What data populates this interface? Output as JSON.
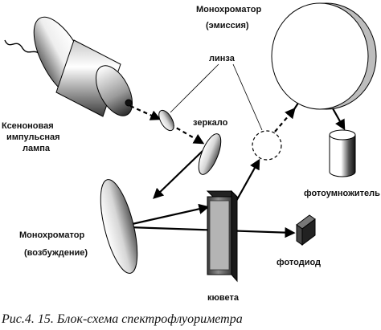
{
  "labels": {
    "emission_monochromator_line1": "Монохроматор",
    "emission_monochromator_line2": "(эмиссия)",
    "lens": "линза",
    "lamp_line1": "Ксеноновая",
    "lamp_line2": "импульсная",
    "lamp_line3": "лампа",
    "mirror": "зеркало",
    "pmt": "фотоумножитель",
    "excitation_monochromator_line1": "Монохроматор",
    "excitation_monochromator_line2": "(возбуждение)",
    "photodiode": "фотодиод",
    "cuvette": "кювета"
  },
  "caption": "Рис.4. 15. Блок-схема спектрофлуориметра"
}
